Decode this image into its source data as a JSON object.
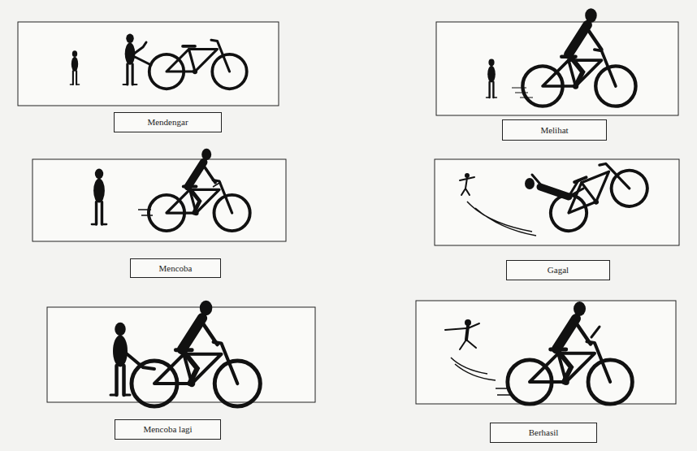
{
  "diagram": {
    "nodes": [
      {
        "text": [
          "Mendengar"
        ]
      },
      {
        "text": [
          "Melihat"
        ]
      },
      {
        "text": [
          "Mencoba"
        ]
      },
      {
        "text": [
          "Gagal"
        ]
      },
      {
        "text": [
          "Mencoba lagi"
        ]
      },
      {
        "text": [
          "Berhasil"
        ]
      }
    ]
  }
}
